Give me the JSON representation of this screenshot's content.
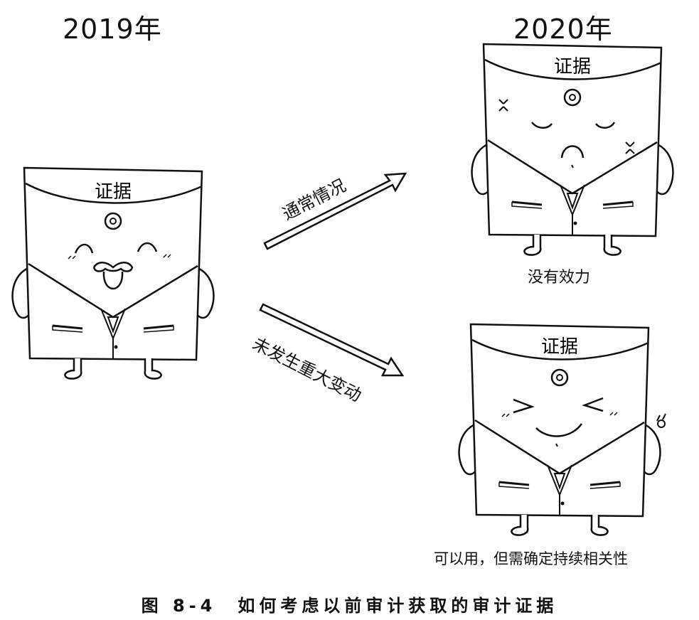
{
  "years": {
    "left": "2019年",
    "right": "2020年"
  },
  "arrows": {
    "up": "通常情况",
    "down": "未发生重大变动"
  },
  "characters": {
    "left": {
      "label": "证据"
    },
    "top_right": {
      "label": "证据",
      "caption": "没有效力"
    },
    "bottom_right": {
      "label": "证据",
      "caption": "可以用，但需确定持续相关性"
    }
  },
  "figure_title": "图 8-4　如何考虑以前审计获取的审计证据"
}
